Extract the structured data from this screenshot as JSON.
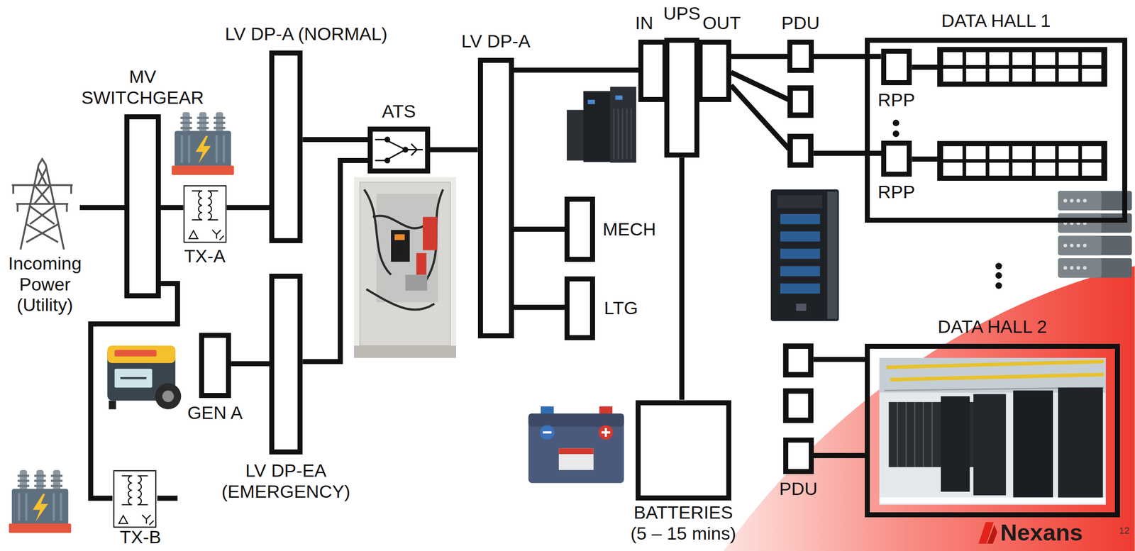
{
  "diagram": {
    "nodes": [
      {
        "text": [
          "Incoming Power (Utility)"
        ]
      },
      {
        "text": [
          "MV SWITCHGEAR"
        ]
      },
      {
        "text": [
          "TX-A"
        ]
      },
      {
        "text": [
          "LV DP-A (NORMAL)"
        ]
      },
      {
        "text": [
          "GEN A"
        ]
      },
      {
        "text": [
          "LV DP-EA (EMERGENCY)"
        ]
      },
      {
        "text": [
          "TX-B"
        ]
      },
      {
        "text": [
          "ATS"
        ]
      },
      {
        "text": [
          "LV DP-A"
        ]
      },
      {
        "text": [
          "MECH"
        ]
      },
      {
        "text": [
          "LTG"
        ]
      },
      {
        "text": [
          "IN"
        ]
      },
      {
        "text": [
          "UPS"
        ]
      },
      {
        "text": [
          "OUT"
        ]
      },
      {
        "text": [
          "BATTERIES (5 – 15 mins)"
        ]
      },
      {
        "text": [
          "PDU"
        ]
      },
      {
        "text": [
          "DATA HALL 1"
        ]
      },
      {
        "text": [
          "RPP"
        ],
        "in": 16
      },
      {
        "text": [
          "RPP"
        ],
        "in": 16
      },
      {
        "text": [
          "DATA HALL 2"
        ]
      },
      {
        "text": [
          "PDU"
        ]
      }
    ],
    "edges": [
      {
        "from": 0,
        "to": 1,
        "arrow": "none"
      },
      {
        "from": 1,
        "to": 2,
        "arrow": "none"
      },
      {
        "from": 2,
        "to": 3,
        "arrow": "none"
      },
      {
        "from": 1,
        "to": 6,
        "arrow": "none"
      },
      {
        "from": 4,
        "to": 5,
        "arrow": "none"
      },
      {
        "from": 3,
        "to": 7,
        "arrow": "none"
      },
      {
        "from": 5,
        "to": 7,
        "arrow": "none"
      },
      {
        "from": 7,
        "to": 8,
        "arrow": "none"
      },
      {
        "from": 8,
        "to": 11,
        "arrow": "none"
      },
      {
        "from": 8,
        "to": 9,
        "arrow": "none"
      },
      {
        "from": 8,
        "to": 10,
        "arrow": "none"
      },
      {
        "from": 12,
        "to": 14,
        "arrow": "none"
      },
      {
        "from": 13,
        "to": 15,
        "arrow": "none"
      },
      {
        "from": 15,
        "to": 17,
        "arrow": "none"
      },
      {
        "from": 20,
        "to": 19,
        "arrow": "none"
      }
    ],
    "labels": [
      "Nexans",
      "12"
    ]
  }
}
